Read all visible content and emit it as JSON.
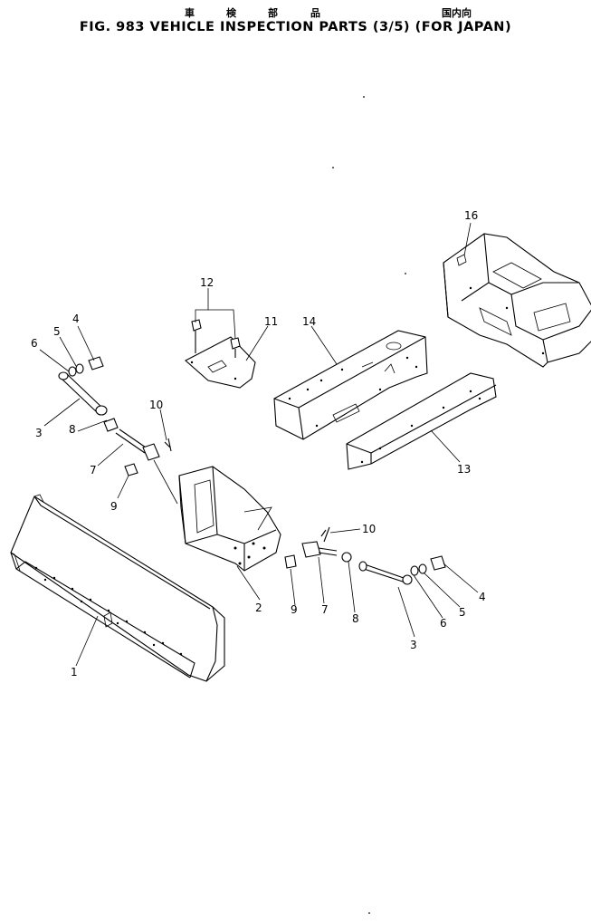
{
  "header": {
    "jp_title_chars": [
      "車",
      "検",
      "部",
      "品"
    ],
    "jp_region": "国内向",
    "title": "FIG. 983  VEHICLE  INSPECTION  PARTS  (3/5)  (FOR  JAPAN)"
  },
  "callouts": {
    "c1": "1",
    "c2": "2",
    "c3_left": "3",
    "c3_right": "3",
    "c4_left": "4",
    "c4_right": "4",
    "c5_left": "5",
    "c5_right": "5",
    "c6_left": "6",
    "c6_right": "6",
    "c7_left": "7",
    "c7_right": "7",
    "c8_left": "8",
    "c8_right": "8",
    "c9_left": "9",
    "c9_right": "9",
    "c10_left": "10",
    "c10_right": "10",
    "c11": "11",
    "c12": "12",
    "c13": "13",
    "c14": "14",
    "c16": "16"
  }
}
